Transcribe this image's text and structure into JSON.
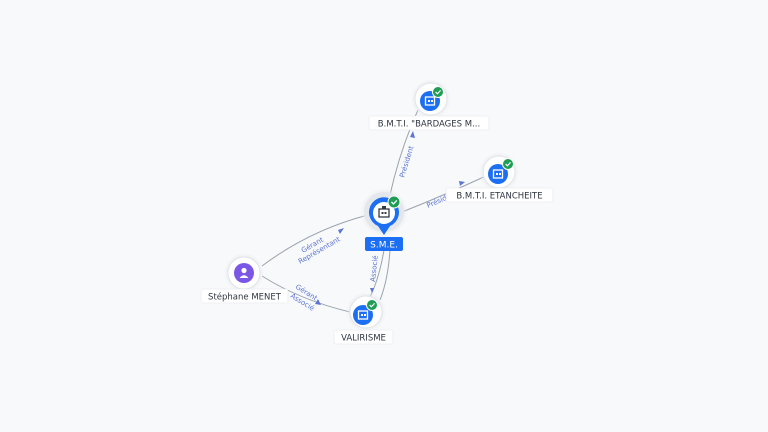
{
  "graph": {
    "nodes": [
      {
        "id": "sme",
        "label": "S.M.E.",
        "type": "company",
        "verified": true,
        "center": true
      },
      {
        "id": "bardages",
        "label": "B.M.T.I. \"BARDAGES M...",
        "type": "company",
        "verified": true
      },
      {
        "id": "etancheite",
        "label": "B.M.T.I. ETANCHEITE",
        "type": "company",
        "verified": true
      },
      {
        "id": "valirisme",
        "label": "VALIRISME",
        "type": "company",
        "verified": true
      },
      {
        "id": "menet",
        "label": "Stéphane MENET",
        "type": "person",
        "verified": false
      }
    ],
    "edges": [
      {
        "id": "e1",
        "from": "sme",
        "to": "bardages",
        "labels": [
          "Président"
        ]
      },
      {
        "id": "e2",
        "from": "sme",
        "to": "etancheite",
        "labels": [
          "Président"
        ]
      },
      {
        "id": "e3",
        "from": "menet",
        "to": "sme",
        "labels": [
          "Gérant",
          "Représentant"
        ]
      },
      {
        "id": "e4",
        "from": "menet",
        "to": "valirisme",
        "labels": [
          "Gérant",
          "Associé"
        ]
      },
      {
        "id": "e5",
        "from": "sme",
        "to": "valirisme",
        "labels": [
          "Associé"
        ]
      }
    ]
  },
  "colors": {
    "company_icon": "#1c6ef2",
    "person_icon": "#7b57e6",
    "verified_badge": "#1f9d55",
    "edge_line": "#9aa3ad",
    "edge_label": "#5b74d6",
    "center_label_bg": "#1c6ef2"
  },
  "icons": {
    "company": "building-icon",
    "person": "user-icon",
    "verified": "check-badge-icon"
  }
}
